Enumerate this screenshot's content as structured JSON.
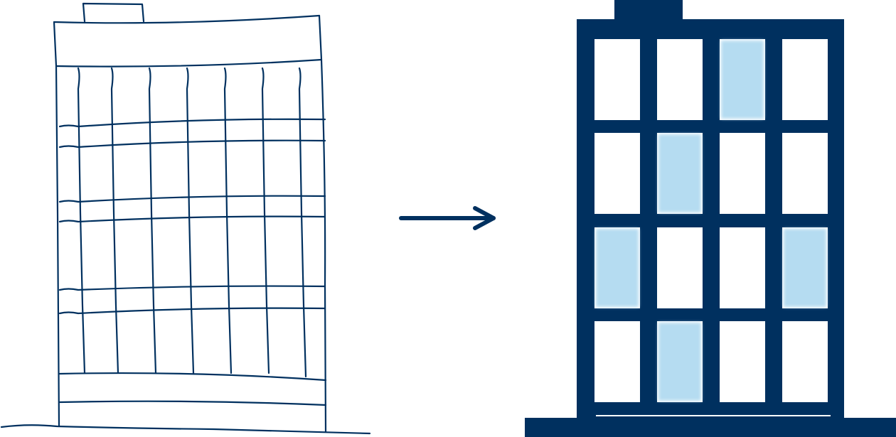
{
  "colors": {
    "navy": "#00305f",
    "window_lit": "#b5dcf1",
    "window_dark": "#ffffff",
    "background": "#ffffff"
  },
  "building": {
    "rows": 4,
    "columns": 4,
    "lit_windows": [
      [
        0,
        2
      ],
      [
        1,
        1
      ],
      [
        2,
        0
      ],
      [
        2,
        3
      ],
      [
        3,
        1
      ]
    ]
  },
  "icons": {
    "sketch": "hand-drawn-building-sketch",
    "arrow": "arrow-right-icon",
    "result": "office-building-icon"
  }
}
